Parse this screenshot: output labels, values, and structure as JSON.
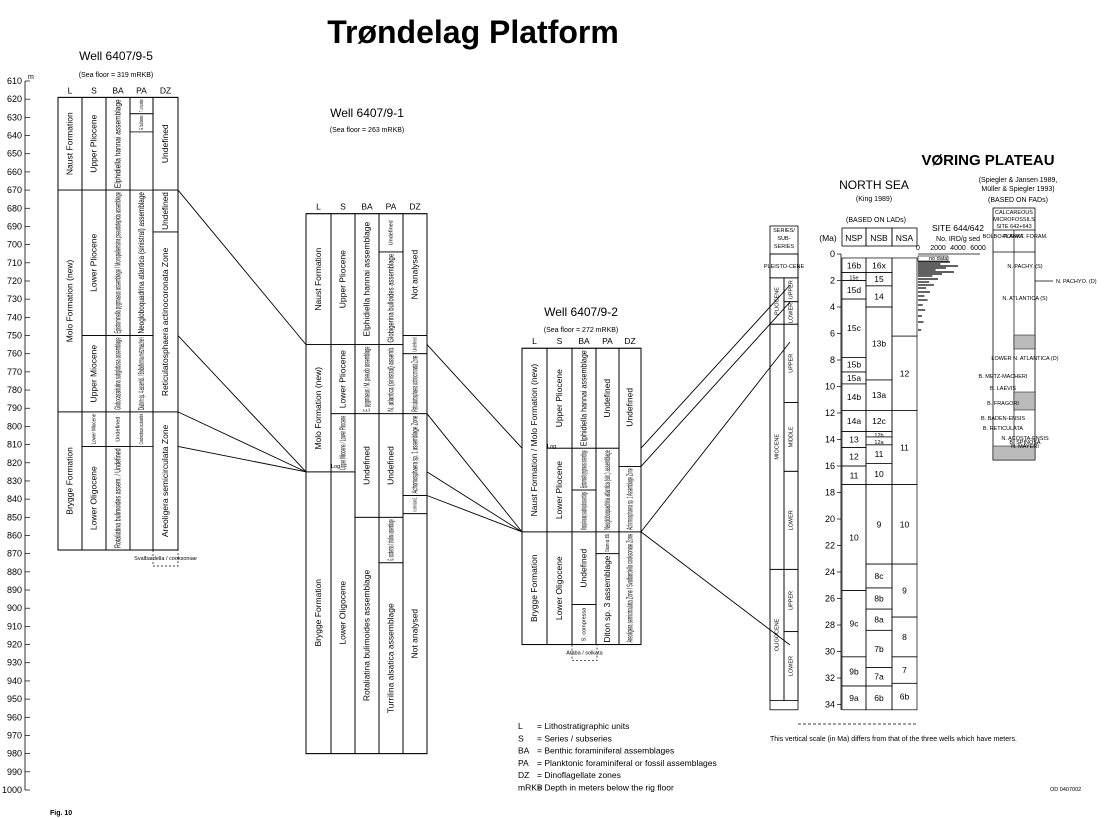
{
  "title": "Trøndelag Platform",
  "figure_label": "Fig. 10",
  "code": "OD 0407002",
  "depth_axis": {
    "unit": "m",
    "min": 610,
    "max": 1000,
    "step": 10
  },
  "col_headers": [
    "L",
    "S",
    "BA",
    "PA",
    "DZ"
  ],
  "wells": [
    {
      "name": "Well 6407/9-5",
      "sea_floor": "(Sea floor = 319 mRKB)",
      "L": [
        {
          "from": 619,
          "to": 670,
          "label": "Naust Formation"
        },
        {
          "from": 670,
          "to": 792,
          "label": "Molo Formation (new)"
        },
        {
          "from": 792,
          "to": 868,
          "label": "Brygge Formation"
        }
      ],
      "S": [
        {
          "from": 619,
          "to": 670,
          "label": "Upper Pliocene"
        },
        {
          "from": 670,
          "to": 750,
          "label": "Lower Pliocene"
        },
        {
          "from": 750,
          "to": 792,
          "label": "Upper Miocene"
        },
        {
          "from": 792,
          "to": 811,
          "label": "Lower Miocene"
        },
        {
          "from": 811,
          "to": 868,
          "label": "Lower Oligocene"
        }
      ],
      "BA": [
        {
          "from": 619,
          "to": 670,
          "label": "Elphidiella hannai assemblage"
        },
        {
          "from": 670,
          "to": 750,
          "label": "Epistominella pygmaeus assemblage / Monspeliensina pseudotepida assemblage"
        },
        {
          "from": 750,
          "to": 792,
          "label": "Globocassidulina subglobosa assemblage"
        },
        {
          "from": 792,
          "to": 811,
          "label": "Undefined"
        },
        {
          "from": 811,
          "to": 868,
          "label": "Rotaliatina bulimoides assem. / Undefined"
        }
      ],
      "PA": [
        {
          "from": 619,
          "to": 628,
          "label": "T. quinqueloba"
        },
        {
          "from": 628,
          "to": 638,
          "label": "G. bulloides"
        },
        {
          "from": 670,
          "to": 750,
          "label": "Neogloboquadrina atlantica (sinistral) assemblage"
        },
        {
          "from": 750,
          "to": 792,
          "label": "Diatom sp. 4 assembl. / Bolboforma metzmacheri"
        },
        {
          "from": 792,
          "to": 811,
          "label": "Coscinodiscus oculusiridis"
        }
      ],
      "DZ": [
        {
          "from": 619,
          "to": 670,
          "label": "Undefined"
        },
        {
          "from": 670,
          "to": 693,
          "label": "Undefined"
        },
        {
          "from": 693,
          "to": 792,
          "label": "Reticulatosphaera actinocoronata Zone"
        },
        {
          "from": 792,
          "to": 868,
          "label": "Areoligera semicirculata Zone"
        }
      ],
      "gap": "Svalbardella / cooksoniae"
    },
    {
      "name": "Well 6407/9-1",
      "sea_floor": "(Sea floor = 263 mRKB)",
      "L": [
        {
          "from": 683,
          "to": 755,
          "label": "Naust Formation"
        },
        {
          "from": 755,
          "to": 825,
          "label": "Molo Formation (new)"
        },
        {
          "from": 825,
          "to": 980,
          "label": "Brygge Formation"
        }
      ],
      "S": [
        {
          "from": 683,
          "to": 755,
          "label": "Upper Pliocene"
        },
        {
          "from": 755,
          "to": 793,
          "label": "Lower Pliocene"
        },
        {
          "from": 793,
          "to": 825,
          "label": "Upper Miocene / Lower Pliocene"
        },
        {
          "from": 825,
          "to": 980,
          "label": "Lower Oligocene"
        }
      ],
      "BA": [
        {
          "from": 683,
          "to": 755,
          "label": "Elphidiella hannai assemblage"
        },
        {
          "from": 755,
          "to": 793,
          "label": "E. pygmaeus / M. pseudo assemblage"
        },
        {
          "from": 793,
          "to": 850,
          "label": "Undefined"
        },
        {
          "from": 850,
          "to": 980,
          "label": "Rotaliatina bulimoides assemblage"
        }
      ],
      "PA": [
        {
          "from": 683,
          "to": 704,
          "label": "Undefined"
        },
        {
          "from": 704,
          "to": 755,
          "label": "Globigerina bulloides assemblage"
        },
        {
          "from": 755,
          "to": 793,
          "label": "N. atlantica (sinistral) assemb."
        },
        {
          "from": 793,
          "to": 850,
          "label": "Undefined"
        },
        {
          "from": 850,
          "to": 875,
          "label": "G. scotiensis / shallow assemblage"
        },
        {
          "from": 875,
          "to": 980,
          "label": "Turrilina alsatica assemblage"
        }
      ],
      "DZ": [
        {
          "from": 683,
          "to": 750,
          "label": "Not analysed"
        },
        {
          "from": 750,
          "to": 760,
          "label": "Undefined"
        },
        {
          "from": 760,
          "to": 793,
          "label": "Reticulatosphaera actinocoronata Zone"
        },
        {
          "from": 793,
          "to": 838,
          "label": "Achomosphaera sp. 1 assemblage Zone"
        },
        {
          "from": 838,
          "to": 848,
          "label": "A. semicirculata Z."
        },
        {
          "from": 848,
          "to": 980,
          "label": "Not analysed"
        }
      ],
      "log": "Log"
    },
    {
      "name": "Well 6407/9-2",
      "sea_floor": "(Sea floor = 272 mRKB)",
      "L": [
        {
          "from": 757,
          "to": 858,
          "label": "Naust Formation / Molo Formation (new)"
        },
        {
          "from": 858,
          "to": 920,
          "label": "Brygge Formation"
        }
      ],
      "S": [
        {
          "from": 757,
          "to": 812,
          "label": "Upper Pliocene"
        },
        {
          "from": 812,
          "to": 858,
          "label": "Lower Pliocene"
        },
        {
          "from": 858,
          "to": 920,
          "label": "Lower Oligocene"
        }
      ],
      "BA": [
        {
          "from": 757,
          "to": 812,
          "label": "Elphidiella hannai assemblage"
        },
        {
          "from": 812,
          "to": 835,
          "label": "Epistominella pygmaeus assemblage"
        },
        {
          "from": 835,
          "to": 858,
          "label": "Monspeliensina pseudotepida assemblage"
        },
        {
          "from": 858,
          "to": 898,
          "label": "Undefined"
        },
        {
          "from": 898,
          "to": 920,
          "label": "S. compressa"
        }
      ],
      "PA": [
        {
          "from": 757,
          "to": 812,
          "label": "Undefined"
        },
        {
          "from": 812,
          "to": 858,
          "label": "Neogloboquadrina atlantica (sin.) assemblage"
        },
        {
          "from": 858,
          "to": 870,
          "label": "Diatom sp. 855"
        },
        {
          "from": 870,
          "to": 920,
          "label": "Diton sp. 3 assemblage"
        }
      ],
      "DZ": [
        {
          "from": 757,
          "to": 822,
          "label": "Undefined"
        },
        {
          "from": 822,
          "to": 858,
          "label": "Achomosphaera sp. 1 Assemblage Zone"
        },
        {
          "from": 858,
          "to": 920,
          "label": "Areoligera semicirculata Zone / Svalbardella cooksoniae Zone"
        }
      ],
      "gap": "Ataba / solkata",
      "log": "Log"
    }
  ],
  "legend": [
    {
      "key": "L",
      "text": "= Lithostratigraphic units"
    },
    {
      "key": "S",
      "text": "= Series / subseries"
    },
    {
      "key": "BA",
      "text": "= Benthic foraminiferal assemblages"
    },
    {
      "key": "PA",
      "text": "= Planktonic foraminiferal or fossil assemblages"
    },
    {
      "key": "DZ",
      "text": "= Dinoflagellate zones"
    },
    {
      "key": "mRKB",
      "text": "= Depth in meters below the rig floor"
    }
  ],
  "voring": {
    "title": "VØRING PLATEAU",
    "north_sea": "NORTH SEA",
    "north_sea_ref": "(King 1989)",
    "based_on_lads": "(BASED ON LADs)",
    "spiegler_ref": [
      "(Spiegler & Jansen 1989,",
      "Müller & Spiegler 1993)",
      "(BASED ON FADs)"
    ],
    "ma_label": "(Ma)",
    "ma_ticks": [
      0,
      2,
      4,
      6,
      8,
      10,
      12,
      14,
      16,
      18,
      20,
      22,
      24,
      26,
      28,
      30,
      32,
      34
    ],
    "series_header": [
      "SERIES/",
      "SUB-",
      "SERIES"
    ],
    "series": [
      {
        "from": 0,
        "to": 1.8,
        "label": "PLEISTO-CENE"
      },
      {
        "from": 1.8,
        "to": 5.3,
        "label": "PLIOCENE",
        "subs": [
          {
            "from": 1.8,
            "to": 3.6,
            "label": "UPPER"
          },
          {
            "from": 3.6,
            "to": 5.3,
            "label": "LOWER"
          }
        ]
      },
      {
        "from": 5.3,
        "to": 23.8,
        "label": "MIOCENE",
        "subs": [
          {
            "from": 5.3,
            "to": 11.2,
            "label": "UPPER"
          },
          {
            "from": 11.2,
            "to": 16.4,
            "label": "MIDDLE"
          },
          {
            "from": 16.4,
            "to": 23.8,
            "label": "LOWER"
          }
        ]
      },
      {
        "from": 23.8,
        "to": 33.7,
        "label": "OLIGOCENE",
        "subs": [
          {
            "from": 23.8,
            "to": 28.5,
            "label": "UPPER"
          },
          {
            "from": 28.5,
            "to": 33.7,
            "label": "LOWER"
          }
        ]
      }
    ],
    "zone_headers": [
      "NSP",
      "NSB",
      "NSA"
    ],
    "nsp": [
      {
        "from": 0.3,
        "to": 1.4,
        "label": "16b"
      },
      {
        "from": 1.4,
        "to": 2.0,
        "label": "15e"
      },
      {
        "from": 2.0,
        "to": 3.4,
        "label": "15d"
      },
      {
        "from": 3.4,
        "to": 7.8,
        "label": "15c"
      },
      {
        "from": 7.8,
        "to": 8.9,
        "label": "15b"
      },
      {
        "from": 8.9,
        "to": 9.8,
        "label": "15a"
      },
      {
        "from": 9.8,
        "to": 11.8,
        "label": "14b"
      },
      {
        "from": 11.8,
        "to": 13.4,
        "label": "14a"
      },
      {
        "from": 13.4,
        "to": 14.6,
        "label": "13"
      },
      {
        "from": 14.6,
        "to": 16.0,
        "label": "12"
      },
      {
        "from": 16.0,
        "to": 17.4,
        "label": "11"
      },
      {
        "from": 17.4,
        "to": 25.4,
        "label": "10"
      },
      {
        "from": 25.4,
        "to": 30.4,
        "label": "9c"
      },
      {
        "from": 30.4,
        "to": 32.6,
        "label": "9b"
      },
      {
        "from": 32.6,
        "to": 34.4,
        "label": "9a"
      }
    ],
    "nsb": [
      {
        "from": 0.3,
        "to": 1.4,
        "label": "16x"
      },
      {
        "from": 1.4,
        "to": 2.4,
        "label": "15"
      },
      {
        "from": 2.4,
        "to": 4.0,
        "label": "14"
      },
      {
        "from": 4.0,
        "to": 9.5,
        "label": "13b"
      },
      {
        "from": 9.5,
        "to": 11.8,
        "label": "13a"
      },
      {
        "from": 11.8,
        "to": 13.4,
        "label": "12c"
      },
      {
        "from": 13.4,
        "to": 13.8,
        "label": "12b"
      },
      {
        "from": 13.8,
        "to": 14.4,
        "label": "12a"
      },
      {
        "from": 14.4,
        "to": 15.8,
        "label": "11"
      },
      {
        "from": 15.8,
        "to": 17.4,
        "label": "10"
      },
      {
        "from": 17.4,
        "to": 23.4,
        "label": "9"
      },
      {
        "from": 23.4,
        "to": 25.2,
        "label": "8c"
      },
      {
        "from": 25.2,
        "to": 26.8,
        "label": "8b"
      },
      {
        "from": 26.8,
        "to": 28.4,
        "label": "8a"
      },
      {
        "from": 28.4,
        "to": 31.2,
        "label": "7b"
      },
      {
        "from": 31.2,
        "to": 32.6,
        "label": "7a"
      },
      {
        "from": 32.6,
        "to": 34.4,
        "label": "6b"
      }
    ],
    "nsa": [
      {
        "from": 0.3,
        "to": 6.2,
        "label": ""
      },
      {
        "from": 6.2,
        "to": 11.8,
        "label": "12"
      },
      {
        "from": 11.8,
        "to": 17.4,
        "label": "11"
      },
      {
        "from": 17.4,
        "to": 23.4,
        "label": "10"
      },
      {
        "from": 23.4,
        "to": 27.4,
        "label": "9"
      },
      {
        "from": 27.4,
        "to": 30.4,
        "label": "8"
      },
      {
        "from": 30.4,
        "to": 32.4,
        "label": "7"
      },
      {
        "from": 32.4,
        "to": 34.4,
        "label": "6b"
      }
    ],
    "site": {
      "title": "SITE 644/642",
      "sub": "No. IRD/g sed",
      "ticks": [
        "0",
        "2000",
        "4000",
        "6000"
      ],
      "no_data": "no data"
    },
    "calc_header": [
      "CALCAREOUS",
      "MICROFOSSILS",
      "SITE 642+643"
    ],
    "calc_cols": [
      "BOLBO-FORMA",
      "PLANKT. FORAM."
    ],
    "calc_zones": [
      "N. PACHY. (S)",
      "N. ATLANTICA (S)",
      "LOWER N. ATLANTICA (D)",
      "B. METZ-MACHERI",
      "B. LAEVIS",
      "B. FRAGORI",
      "B. BADEN-ENSIS",
      "B. RETICULATA",
      "N. ACOSTA-ENSIS",
      "B. SPINOSA",
      "N. MAYERI"
    ],
    "calc_marker": "N. PACHYO. (D)",
    "note": "This vertical scale (in Ma) differs from that of the three wells which have meters."
  }
}
